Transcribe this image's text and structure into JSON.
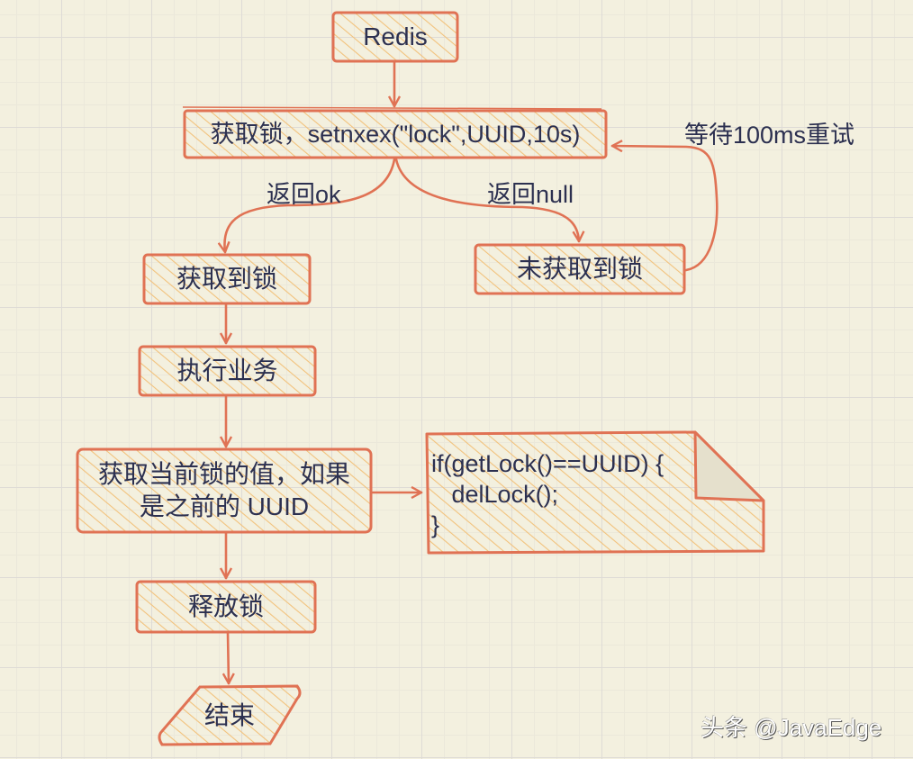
{
  "colors": {
    "background": "#f3f0df",
    "stroke": "#e07254",
    "hatch": "#f2c27c",
    "text": "#2c3050"
  },
  "nodes": {
    "redis": {
      "label": "Redis"
    },
    "acquire": {
      "label": "获取锁，setnxex(\"lock\",UUID,10s)"
    },
    "got_lock": {
      "label": "获取到锁"
    },
    "not_got_lock": {
      "label": "未获取到锁"
    },
    "execute": {
      "label": "执行业务"
    },
    "check_value": {
      "line1": "获取当前锁的值，如果",
      "line2": "是之前的 UUID"
    },
    "release": {
      "label": "释放锁"
    },
    "end": {
      "label": "结束"
    }
  },
  "note": {
    "lines": [
      "if(getLock()==UUID) {",
      "   delLock();",
      "}"
    ]
  },
  "edges": {
    "ok_label": "返回ok",
    "null_label": "返回null",
    "retry_label": "等待100ms重试"
  },
  "watermark": "头条 @JavaEdge"
}
